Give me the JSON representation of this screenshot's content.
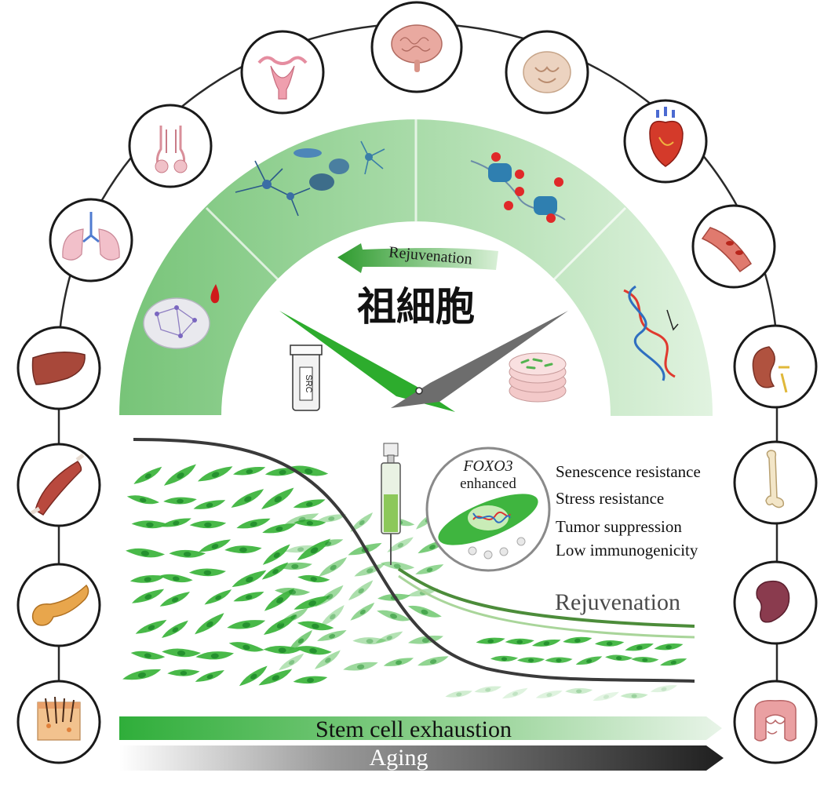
{
  "center": {
    "calligraphy": "祖細胞",
    "rejuvenation_arrow_label": "Rejuvenation",
    "vial_label": "SRC"
  },
  "callout": {
    "gene": "FOXO3",
    "gene_sub": "enhanced",
    "properties": [
      "Senescence resistance",
      "Stress resistance",
      "Tumor suppression",
      "Low immunogenicity"
    ]
  },
  "curve_labels": {
    "rejuvenation": "Rejuvenation"
  },
  "bottom_arrows": {
    "stem": "Stem cell exhaustion",
    "aging": "Aging"
  },
  "organs": [
    {
      "name": "brain",
      "icon": "brain-icon"
    },
    {
      "name": "uterus",
      "icon": "uterus-icon"
    },
    {
      "name": "spinal-cord",
      "icon": "spinal-cord-icon"
    },
    {
      "name": "male-reproductive",
      "icon": "male-reproductive-icon"
    },
    {
      "name": "heart",
      "icon": "heart-icon"
    },
    {
      "name": "lung",
      "icon": "lung-icon"
    },
    {
      "name": "blood-vessel",
      "icon": "blood-vessel-icon"
    },
    {
      "name": "liver",
      "icon": "liver-icon"
    },
    {
      "name": "kidney",
      "icon": "kidney-icon"
    },
    {
      "name": "muscle",
      "icon": "muscle-icon"
    },
    {
      "name": "bone",
      "icon": "bone-icon"
    },
    {
      "name": "pancreas",
      "icon": "pancreas-icon"
    },
    {
      "name": "spleen",
      "icon": "spleen-icon"
    },
    {
      "name": "skin",
      "icon": "skin-icon"
    },
    {
      "name": "intestine",
      "icon": "intestine-icon"
    }
  ],
  "colors": {
    "arc_dark": "#7cc67d",
    "arc_light": "#cdeccc",
    "cell_green": "#3fb53f",
    "aging_bar": "#2a2a2a",
    "stem_bar": "#2fae3a"
  }
}
